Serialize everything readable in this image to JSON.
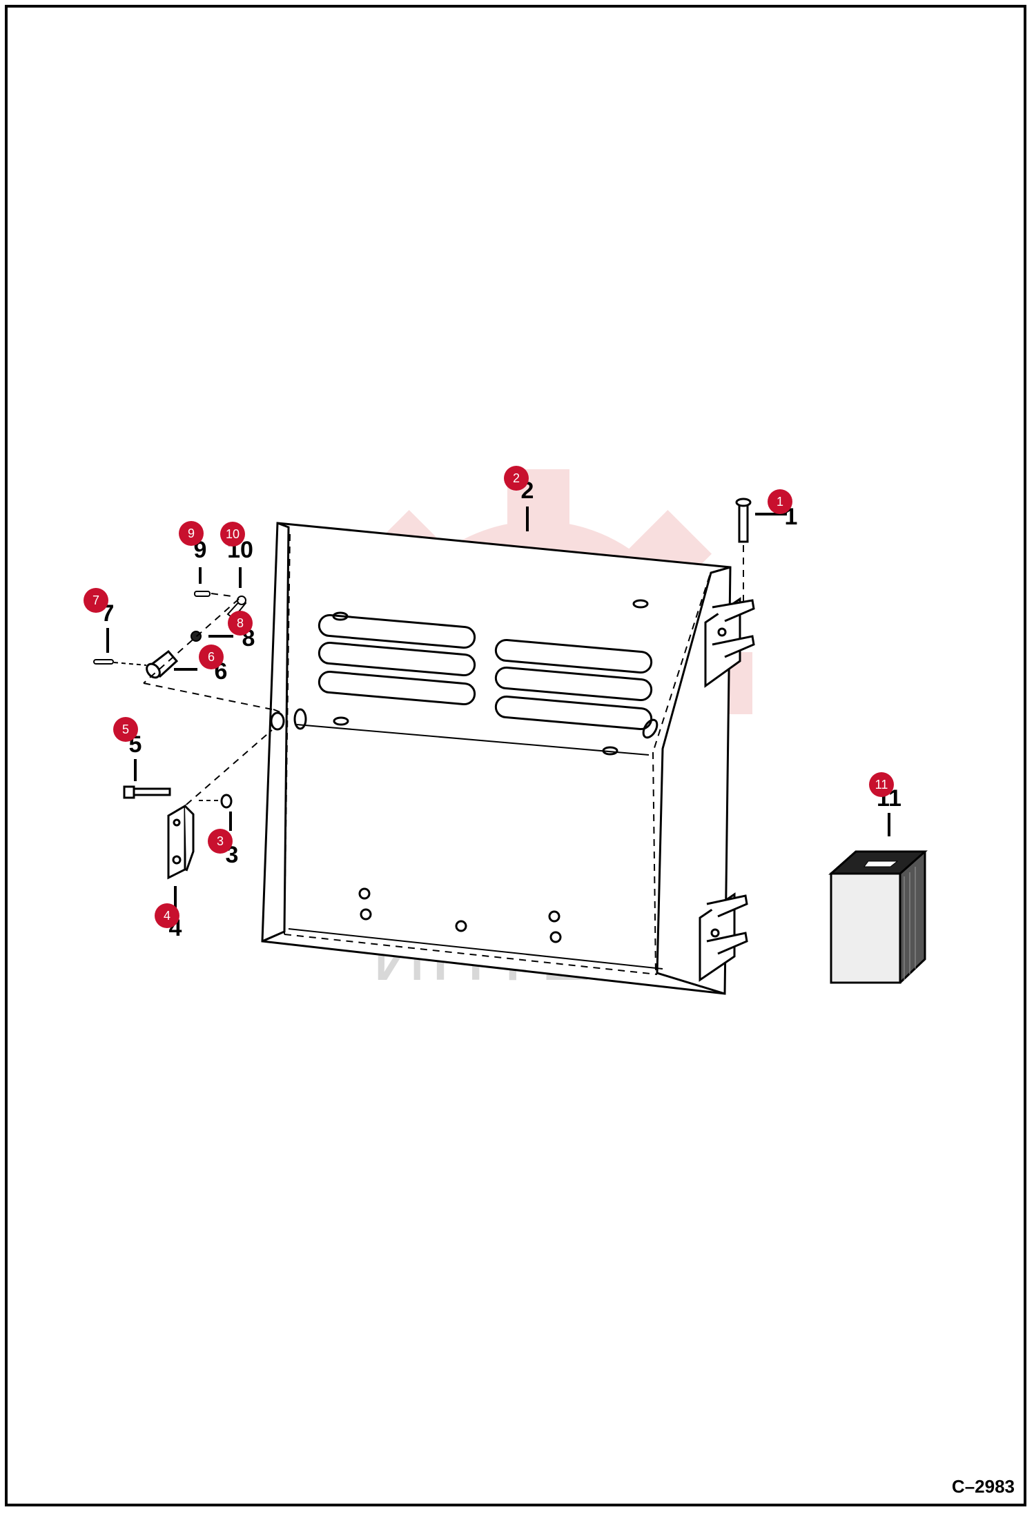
{
  "drawing_code": "C–2983",
  "watermark": {
    "text": "ИНТЕХ",
    "color": "#f3c4c4"
  },
  "callout_color": "#c8102e",
  "callouts": [
    {
      "id": "1",
      "part_number": "1"
    },
    {
      "id": "2",
      "part_number": "2"
    },
    {
      "id": "3",
      "part_number": "3"
    },
    {
      "id": "4",
      "part_number": "4"
    },
    {
      "id": "5",
      "part_number": "5"
    },
    {
      "id": "6",
      "part_number": "6"
    },
    {
      "id": "7",
      "part_number": "7"
    },
    {
      "id": "8",
      "part_number": "8"
    },
    {
      "id": "9",
      "part_number": "9"
    },
    {
      "id": "10",
      "part_number": "10"
    },
    {
      "id": "11",
      "part_number": "11"
    }
  ]
}
